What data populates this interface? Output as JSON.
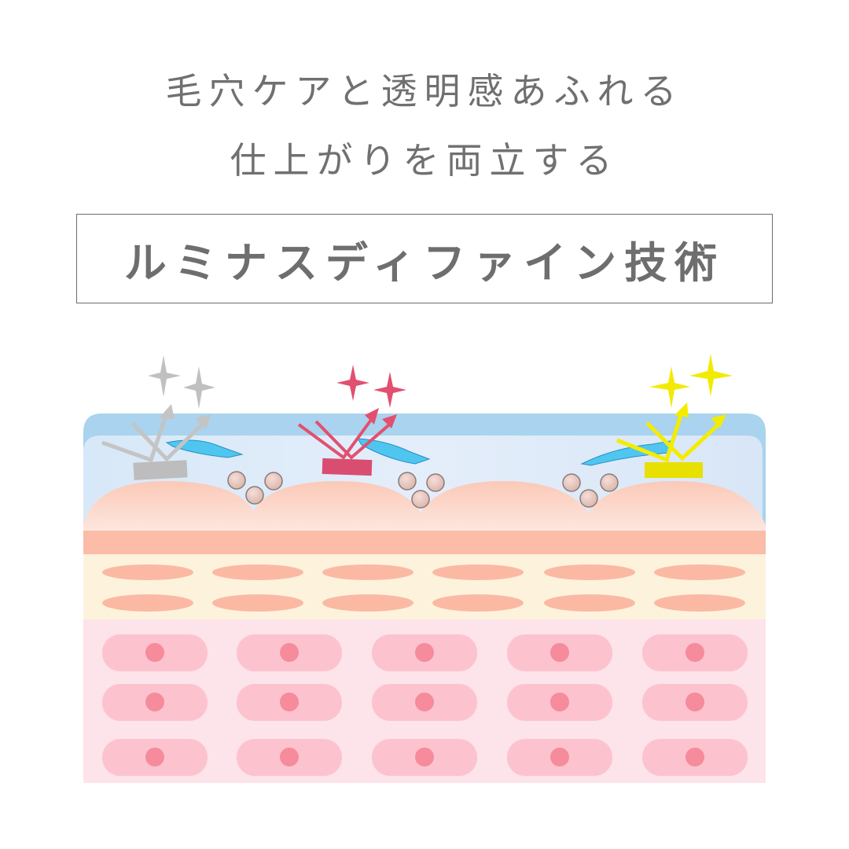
{
  "headline": {
    "line1": "毛穴ケアと透明感あふれる",
    "line2": "仕上がりを両立する"
  },
  "technology": {
    "title": "ルミナスディファイン技術"
  },
  "diagram": {
    "description": "Skin cross-section illustration showing light reflection on skin surface",
    "layers": [
      {
        "name": "outer-coating",
        "color": "#a8d2ee"
      },
      {
        "name": "inner-coating",
        "color": "#dbe9f8"
      },
      {
        "name": "epidermis-bumps",
        "color": "#fbd8cc"
      },
      {
        "name": "basal-band",
        "color": "#fbbca8"
      },
      {
        "name": "fat-layer",
        "color": "#fdf2dc"
      },
      {
        "name": "dermis",
        "color": "#fde2ea"
      }
    ],
    "reflections": [
      {
        "name": "gray-reflection",
        "color": "#bdbdbd",
        "sparkle_color": "#bdbdbd"
      },
      {
        "name": "pink-reflection",
        "color": "#e04a6c",
        "sparkle_color": "#e04a6c"
      },
      {
        "name": "yellow-reflection",
        "color": "#f2ea00",
        "sparkle_color": "#f2ea00"
      }
    ],
    "fiber_color": "#4cc4ef",
    "particle_color": "#e8c8c0",
    "fat_cell_color": "#fbb9a3",
    "dermis_cell_color": "#fcc4d0",
    "nucleus_color": "#f58a9a",
    "fat_rows": 2,
    "fat_cols": 6,
    "dermis_rows": 3,
    "dermis_cols": 5
  }
}
